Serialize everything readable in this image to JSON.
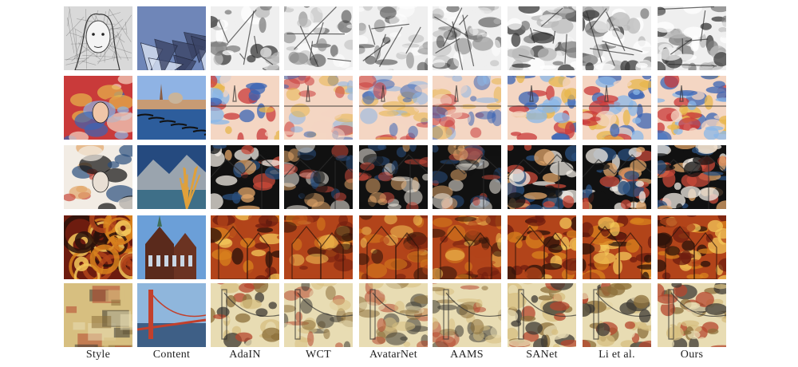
{
  "figure": {
    "columns": [
      {
        "label": "Style"
      },
      {
        "label": "Content"
      },
      {
        "label": "AdaIN"
      },
      {
        "label": "WCT"
      },
      {
        "label": "AvatarNet"
      },
      {
        "label": "AAMS"
      },
      {
        "label": "SANet"
      },
      {
        "label": "Li et al."
      },
      {
        "label": "Ours"
      }
    ],
    "rows": [
      {
        "style": "pencil-sketch-portrait",
        "content": "glass-building-facade",
        "palette": [
          "#efefef",
          "#b9b9b9",
          "#7d7d7d",
          "#3a3a3a",
          "#ffffff"
        ]
      },
      {
        "style": "fauvist-woman-with-hat",
        "content": "venice-gondolas",
        "palette": [
          "#c93a3a",
          "#3b64b4",
          "#e7b64c",
          "#8ab7e8",
          "#f4d6c3"
        ]
      },
      {
        "style": "ink-watercolor-figure",
        "content": "alpine-lake-with-tree",
        "palette": [
          "#f2ece4",
          "#294f7d",
          "#c8493a",
          "#e2a66a",
          "#111111"
        ]
      },
      {
        "style": "swirling-abstract-painting",
        "content": "brick-church",
        "palette": [
          "#6d1c0f",
          "#d8811d",
          "#f3c75a",
          "#2a120a",
          "#b2441a"
        ]
      },
      {
        "style": "sketched-map-collage",
        "content": "golden-gate-bridge",
        "palette": [
          "#d7bf80",
          "#8c6f3a",
          "#3d3a33",
          "#b5472e",
          "#e8dcb3"
        ]
      }
    ]
  }
}
